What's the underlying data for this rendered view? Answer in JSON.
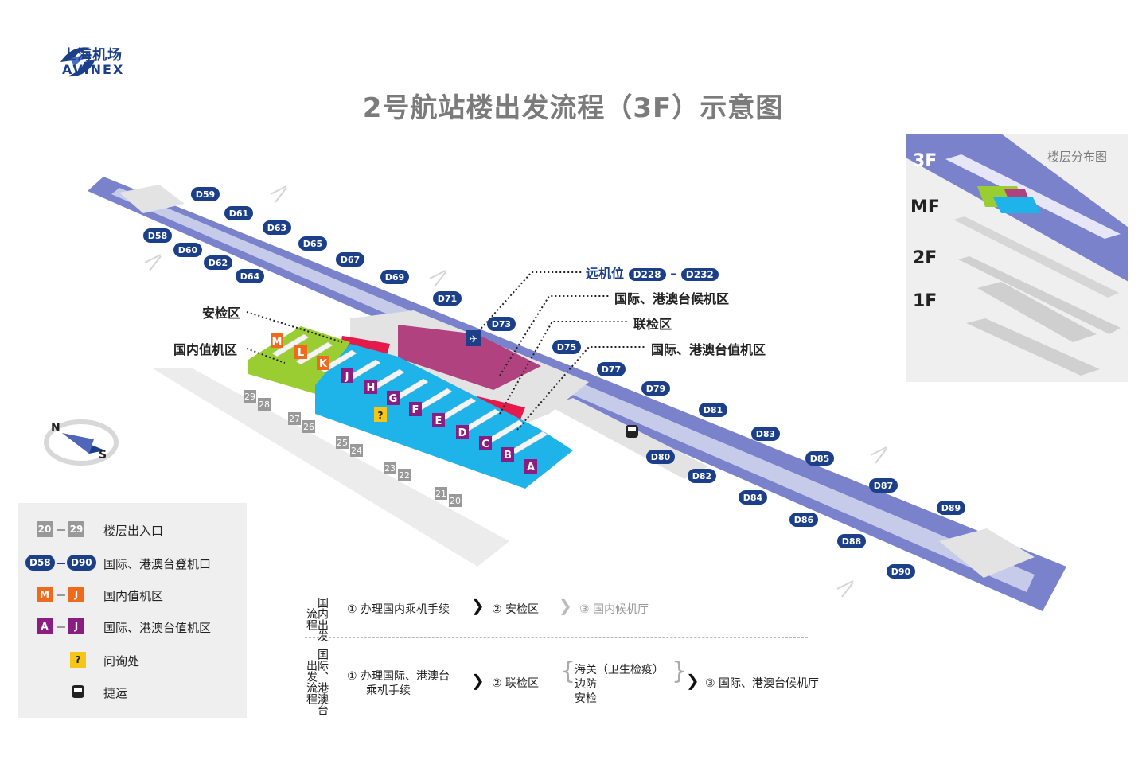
{
  "logo": {
    "name_cn": "上海机场",
    "name_en": "AVINEX"
  },
  "title": "2号航站楼出发流程（3F）示意图",
  "map": {
    "international_gates": [
      "D59",
      "D61",
      "D63",
      "D65",
      "D67",
      "D69",
      "D71",
      "D73",
      "D75",
      "D77",
      "D79",
      "D81",
      "D83",
      "D85",
      "D87",
      "D89",
      "D58",
      "D60",
      "D62",
      "D64",
      "D80",
      "D82",
      "D84",
      "D86",
      "D88",
      "D90"
    ],
    "floor_entrances": [
      "29",
      "28",
      "27",
      "26",
      "25",
      "24",
      "23",
      "22",
      "21",
      "20"
    ],
    "domestic_counters": [
      "M",
      "L",
      "K"
    ],
    "international_counters": [
      "J",
      "H",
      "G",
      "F",
      "E",
      "D",
      "C",
      "B",
      "A"
    ],
    "compass": {
      "north": "N",
      "south": "S"
    },
    "colors": {
      "domestic_zone": "#9acd32",
      "international_zone": "#1eb4ea",
      "waiting_zone": "#b0437f",
      "security_zone": "#e6194b",
      "pier": "#7b82cc",
      "navy": "#1c3f8a",
      "orange": "#f06a1e",
      "purple": "#8b1d82"
    }
  },
  "callouts": {
    "remote_stand": "远机位",
    "remote_from": "D228",
    "remote_to": "D232",
    "intl_waiting": "国际、港澳台候机区",
    "joint_inspection": "联检区",
    "intl_checkin": "国际、港澳台值机区",
    "security": "安检区",
    "domestic_checkin": "国内值机区"
  },
  "floor_inset": {
    "title": "楼层分布图",
    "floors": [
      "3F",
      "MF",
      "2F",
      "1F"
    ]
  },
  "legend": [
    {
      "from": "20",
      "to": "29",
      "label": "楼层出入口"
    },
    {
      "from": "D58",
      "to": "D90",
      "label": "国际、港澳台登机口"
    },
    {
      "from": "M",
      "to": "J",
      "label": "国内值机区"
    },
    {
      "from": "A",
      "to": "J",
      "label": "国际、港澳台值机区"
    },
    {
      "icon": "?",
      "label": "问询处"
    },
    {
      "icon": "shuttle",
      "label": "捷运"
    }
  ],
  "process": {
    "domestic": {
      "heading": "国内出发流程",
      "steps": [
        "① 办理国内乘机手续",
        "② 安检区",
        "③ 国内候机厅"
      ]
    },
    "international": {
      "heading": "国际、港澳台出发流程",
      "step1_line1": "① 办理国际、港澳台",
      "step1_line2": "乘机手续",
      "step2": "② 联检区",
      "checks": [
        "海关（卫生检疫）",
        "边防",
        "安检"
      ],
      "step3": "③ 国际、港澳台候机厅"
    }
  }
}
